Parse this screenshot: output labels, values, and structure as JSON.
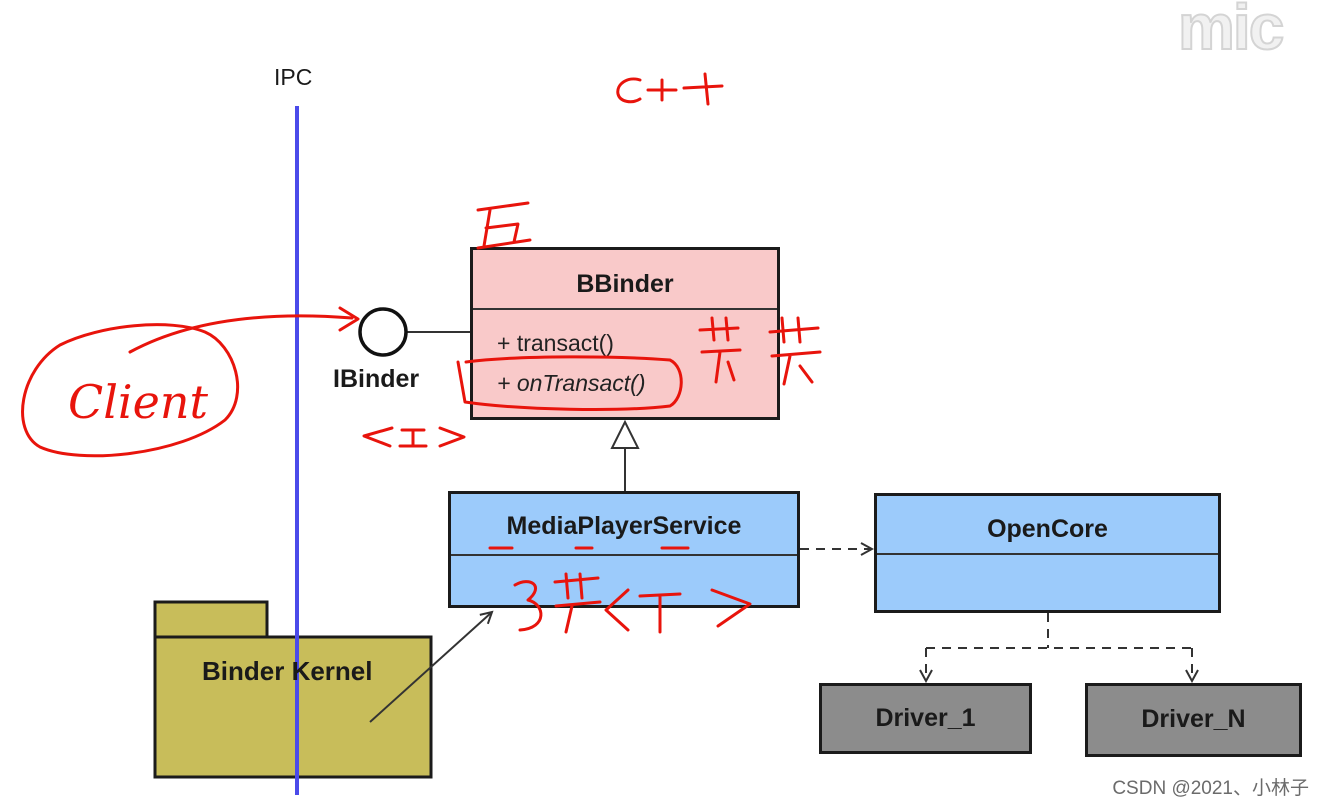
{
  "ipc_label": "IPC",
  "language_note": "C++",
  "interface": {
    "name": "IBinder"
  },
  "bbinder": {
    "title": "BBinder",
    "methods": [
      "+ transact()",
      "+ onTransact()"
    ]
  },
  "media_player_service": {
    "title": "MediaPlayerService"
  },
  "opencore": {
    "title": "OpenCore"
  },
  "binder_kernel": {
    "title": "Binder Kernel"
  },
  "drivers": [
    {
      "title": "Driver_1"
    },
    {
      "title": "Driver_N"
    }
  ],
  "annotations": {
    "client": "Client"
  },
  "colors": {
    "ipc_line": "#4b4bea",
    "bbinder_fill": "#f9c9c9",
    "service_fill": "#9ccbfb",
    "kernel_fill": "#c8bd5a",
    "driver_fill": "#8c8c8c",
    "annotation_red": "#e8140c"
  },
  "watermark": "CSDN @2021、小林子",
  "logo": "mic"
}
